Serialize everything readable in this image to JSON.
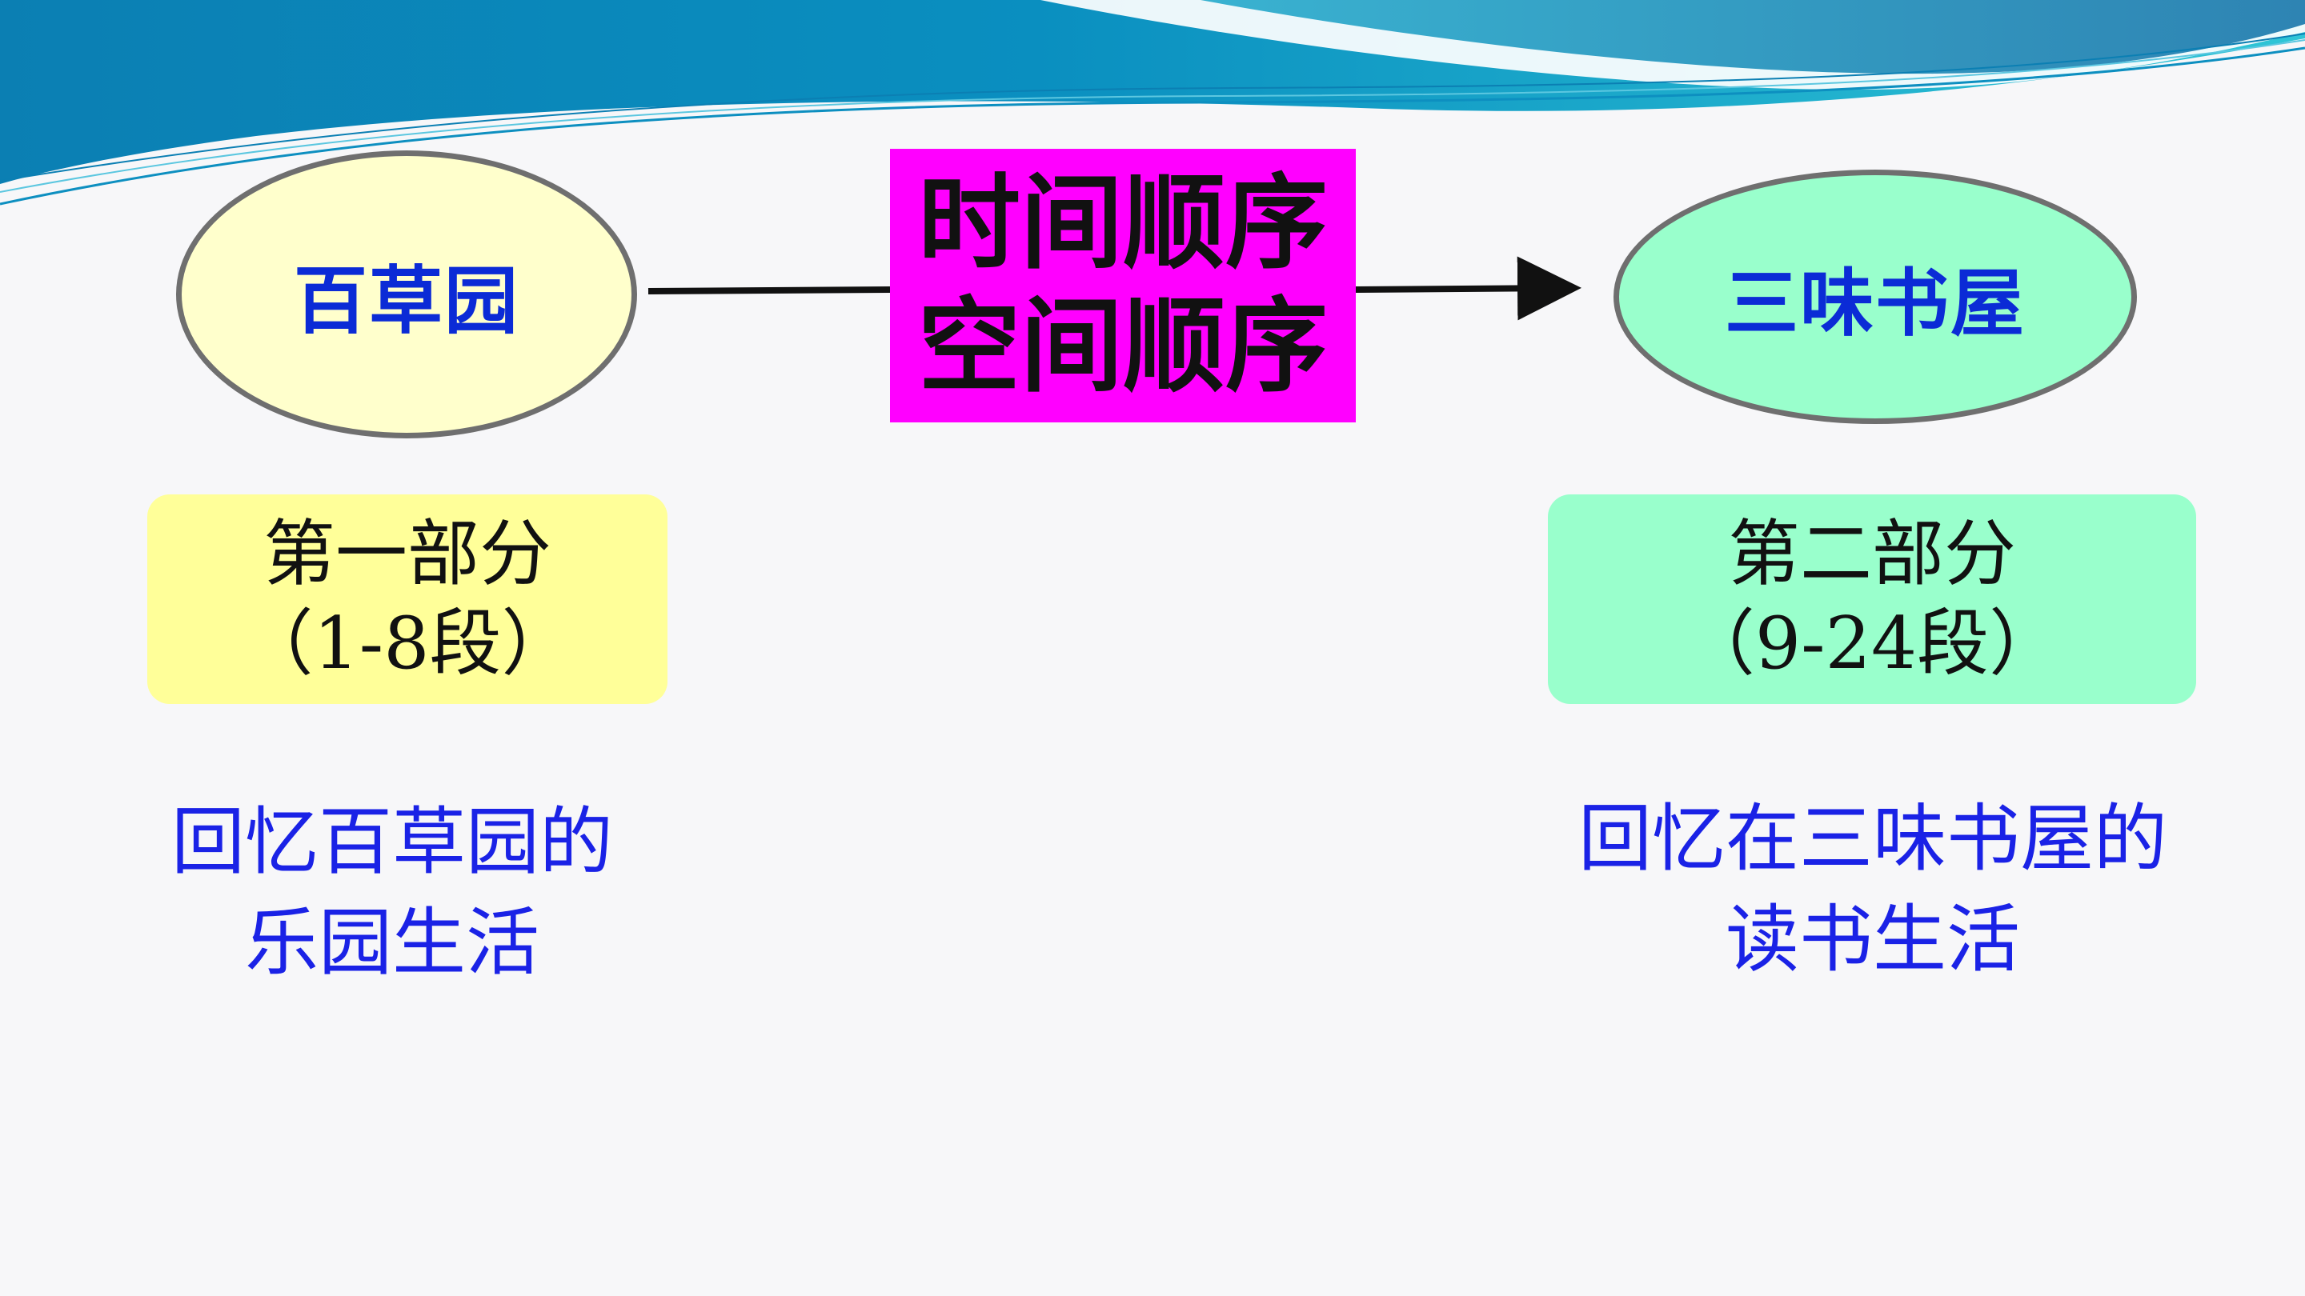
{
  "colors": {
    "banner_dark": "#0b7fb3",
    "banner_light": "#2fc5d6",
    "left_ellipse_fill": "#ffffcc",
    "right_ellipse_fill": "#99ffcc",
    "ellipse_text": "#0b2bd6",
    "center_box": "#ff00ff",
    "left_part_fill": "#ffff99",
    "right_part_fill": "#99ffcc",
    "description_text": "#1a22e6",
    "arrow": "#111111"
  },
  "left": {
    "ellipse_label": "百草园",
    "part_title": "第一部分",
    "part_range": "（1-8段）",
    "description": [
      "回忆百草园的",
      "乐园生活"
    ]
  },
  "center": {
    "lines": [
      "时间顺序",
      "空间顺序"
    ]
  },
  "right": {
    "ellipse_label": "三味书屋",
    "part_title": "第二部分",
    "part_range": "（9-24段）",
    "description": [
      "回忆在三味书屋的",
      "读书生活"
    ]
  }
}
